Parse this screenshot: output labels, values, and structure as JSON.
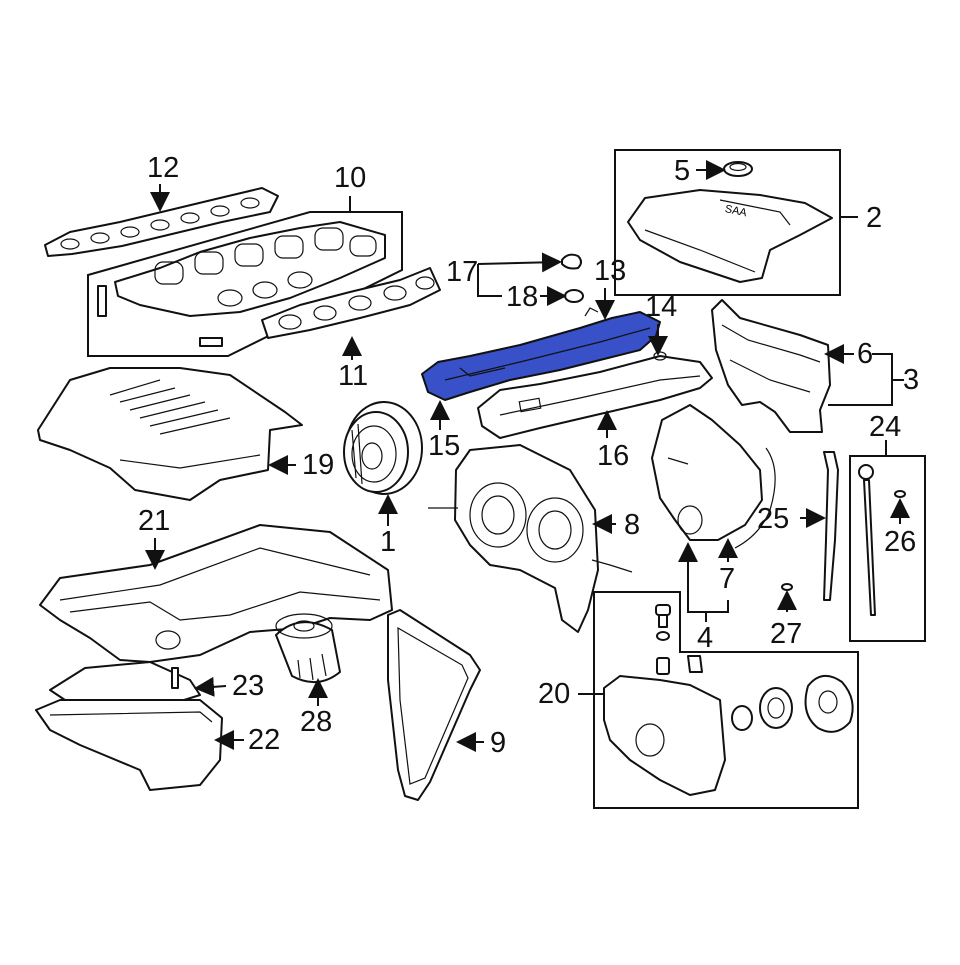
{
  "diagram": {
    "highlight_color": "#2a3fb0",
    "highlight_fill": "#3850c8",
    "callouts": {
      "c1": "1",
      "c2": "2",
      "c3": "3",
      "c4": "4",
      "c5": "5",
      "c6": "6",
      "c7": "7",
      "c8": "8",
      "c9": "9",
      "c10": "10",
      "c11": "11",
      "c12": "12",
      "c13": "13",
      "c14": "14",
      "c15": "15",
      "c16": "16",
      "c17": "17",
      "c18": "18",
      "c19": "19",
      "c20": "20",
      "c21": "21",
      "c22": "22",
      "c23": "23",
      "c24": "24",
      "c25": "25",
      "c26": "26",
      "c27": "27",
      "c28": "28"
    },
    "highlighted_part": "13"
  }
}
